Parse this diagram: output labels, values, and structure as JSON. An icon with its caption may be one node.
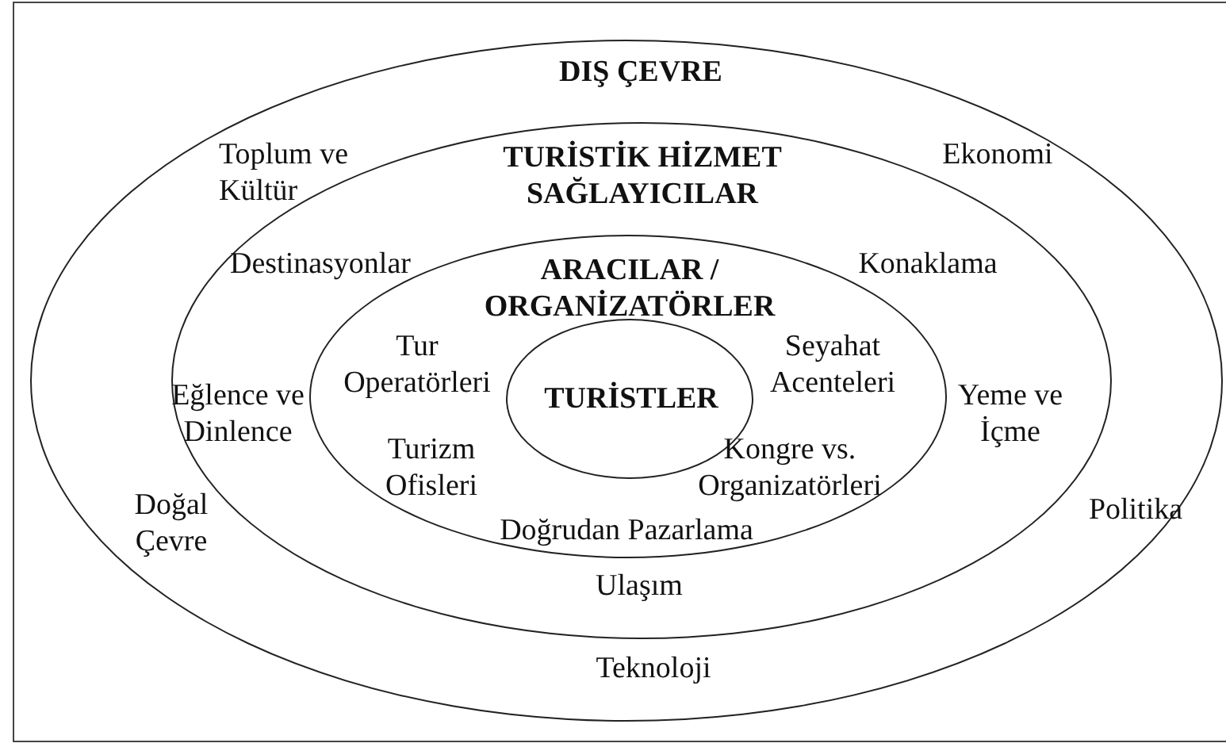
{
  "diagram": {
    "nodes": [
      {
        "text": [
          "DIŞ ÇEVRE"
        ]
      },
      {
        "text": [
          "TURİSTİK HİZMET SAĞLAYICILAR"
        ],
        "in": 0
      },
      {
        "text": [
          "ARACILAR / ORGANİZATÖRLER"
        ],
        "in": 1
      },
      {
        "text": [
          "TURİSTLER"
        ],
        "in": 2
      }
    ],
    "edges": [],
    "labels": [
      "Toplum ve Kültür",
      "Ekonomi",
      "Destinasyonlar",
      "Konaklama",
      "Tur Operatörleri",
      "Seyahat Acenteleri",
      "Eğlence ve Dinlence",
      "Yeme ve İçme",
      "Turizm Ofisleri",
      "Kongre vs. Organizatörleri",
      "Doğal Çevre",
      "Politika",
      "Doğrudan Pazarlama",
      "Ulaşım",
      "Teknoloji"
    ]
  }
}
